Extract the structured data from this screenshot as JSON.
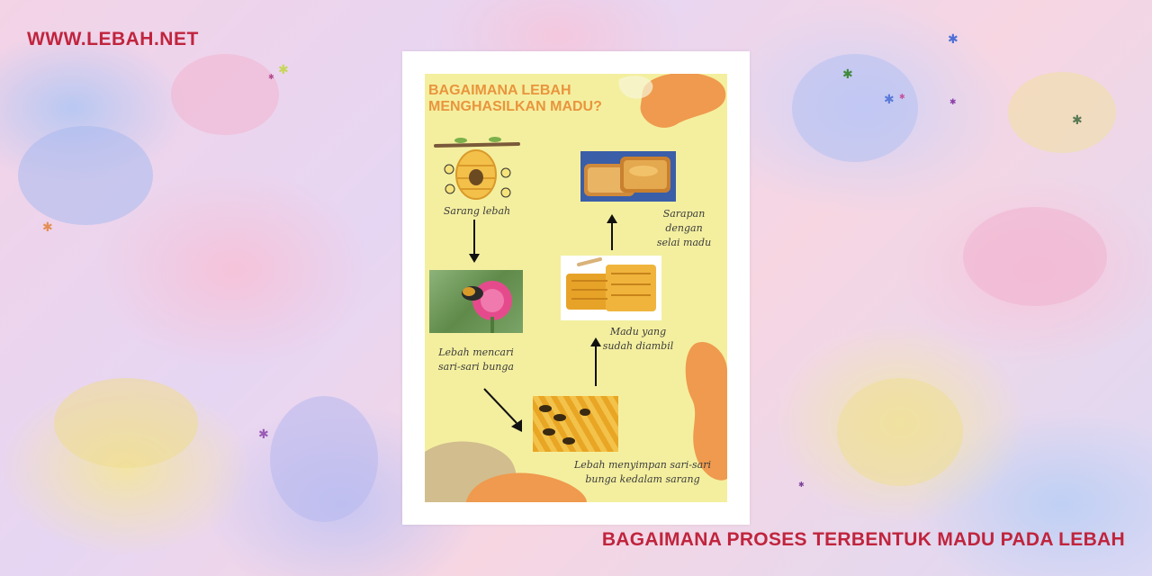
{
  "site": {
    "name": "WWW.LEBAH.NET"
  },
  "article": {
    "title": "BAGAIMANA PROSES TERBENTUK MADU PADA LEBAH"
  },
  "poster": {
    "title_line1": "BAGAIMANA LEBAH",
    "title_line2": "MENGHASILKAN MADU?",
    "steps": {
      "hive": {
        "line1": "Sarang lebah"
      },
      "flower": {
        "line1": "Lebah mencari",
        "line2": "sari-sari bunga"
      },
      "store": {
        "line1": "Lebah menyimpan sari-sari",
        "line2": "bunga kedalam sarang"
      },
      "honey": {
        "line1": "Madu yang",
        "line2": "sudah diambil"
      },
      "breakfast": {
        "line1": "Sarapan dengan",
        "line2": "selai madu"
      }
    }
  },
  "colors": {
    "brand": "#c0243d",
    "poster_bg": "#f4ef9f",
    "accent_orange": "#ef9a4e",
    "title_orange": "#e9953d"
  },
  "icons": [
    "beehive-icon",
    "arrow-down-icon",
    "arrow-diagonal-icon",
    "arrow-up-icon",
    "star-icon"
  ]
}
